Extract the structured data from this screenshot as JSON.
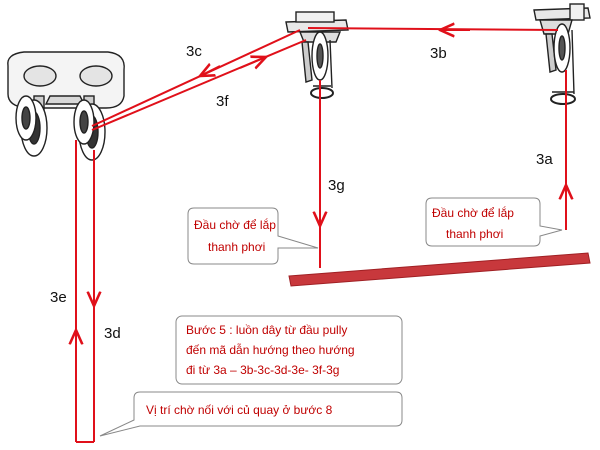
{
  "colors": {
    "rope": "#e0101a",
    "bar": "#c8383c",
    "callout_text": "#c00000",
    "hardware": "#222222"
  },
  "segments": {
    "s3a": "3a",
    "s3b": "3b",
    "s3c": "3c",
    "s3d": "3d",
    "s3e": "3e",
    "s3f": "3f",
    "s3g": "3g"
  },
  "callouts": {
    "hook_right_line1": "Đầu chờ để lắp",
    "hook_right_line2": "thanh phơi",
    "hook_left_line1": "Đầu chờ để lắp",
    "hook_left_line2": "thanh phơi",
    "step_line1": "Bước 5 : luồn dây từ đầu pully",
    "step_line2": "đến mã dẫn hướng theo hướng",
    "step_line3": "đi từ 3a – 3b-3c-3d-3e-  3f-3g",
    "crank_position": "Vị trí chờ nối với củ quay ở bước 8"
  },
  "icons": {
    "left_pulley": "double-pulley-block-icon",
    "middle_bracket": "ceiling-guide-bracket-icon",
    "right_bracket": "ceiling-guide-bracket-icon",
    "drying_bar": "drying-bar"
  }
}
